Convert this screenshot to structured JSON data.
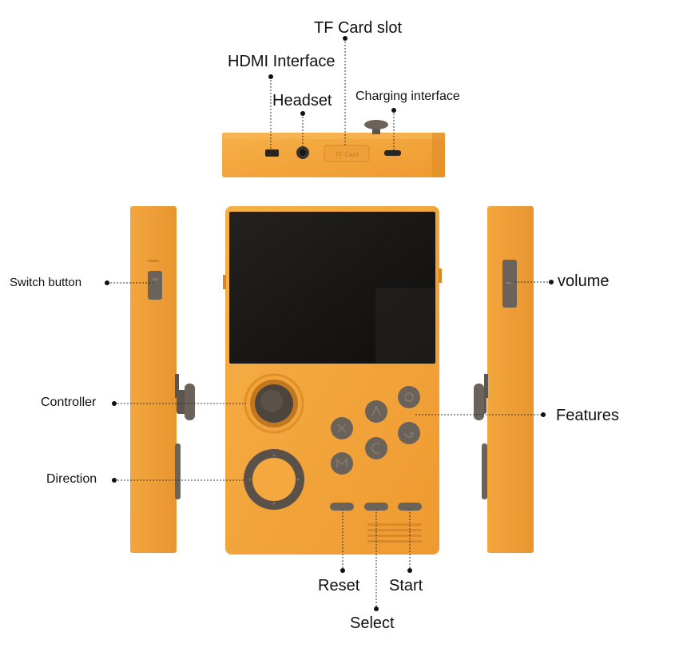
{
  "labels": {
    "tf_card_slot": "TF Card slot",
    "hdmi_interface": "HDMI Interface",
    "headset": "Headset",
    "charging_interface": "Charging interface",
    "switch_button": "Switch button",
    "volume": "volume",
    "controller": "Controller",
    "features": "Features",
    "direction": "Direction",
    "reset": "Reset",
    "start": "Start",
    "select": "Select"
  },
  "device_markings": {
    "tf_slot_text": "TF Card"
  },
  "colors": {
    "body": "#F2A43C",
    "body_dark": "#E3922A",
    "screen": "#1C1A18",
    "buttons": "#6B6259",
    "dpad": "#F5A840"
  }
}
